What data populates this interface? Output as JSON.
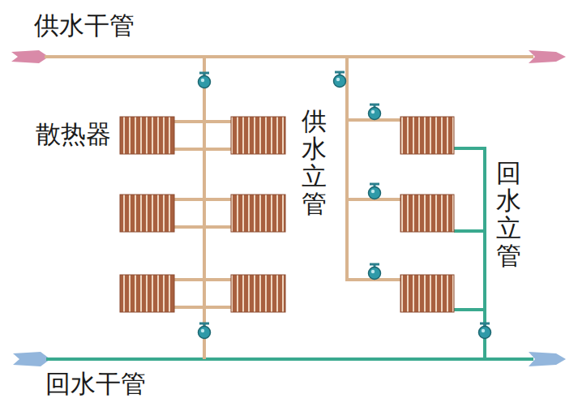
{
  "diagram": {
    "labels": [
      "供水干管",
      "散热器",
      "供水立管",
      "回水立管",
      "回水干管"
    ]
  }
}
